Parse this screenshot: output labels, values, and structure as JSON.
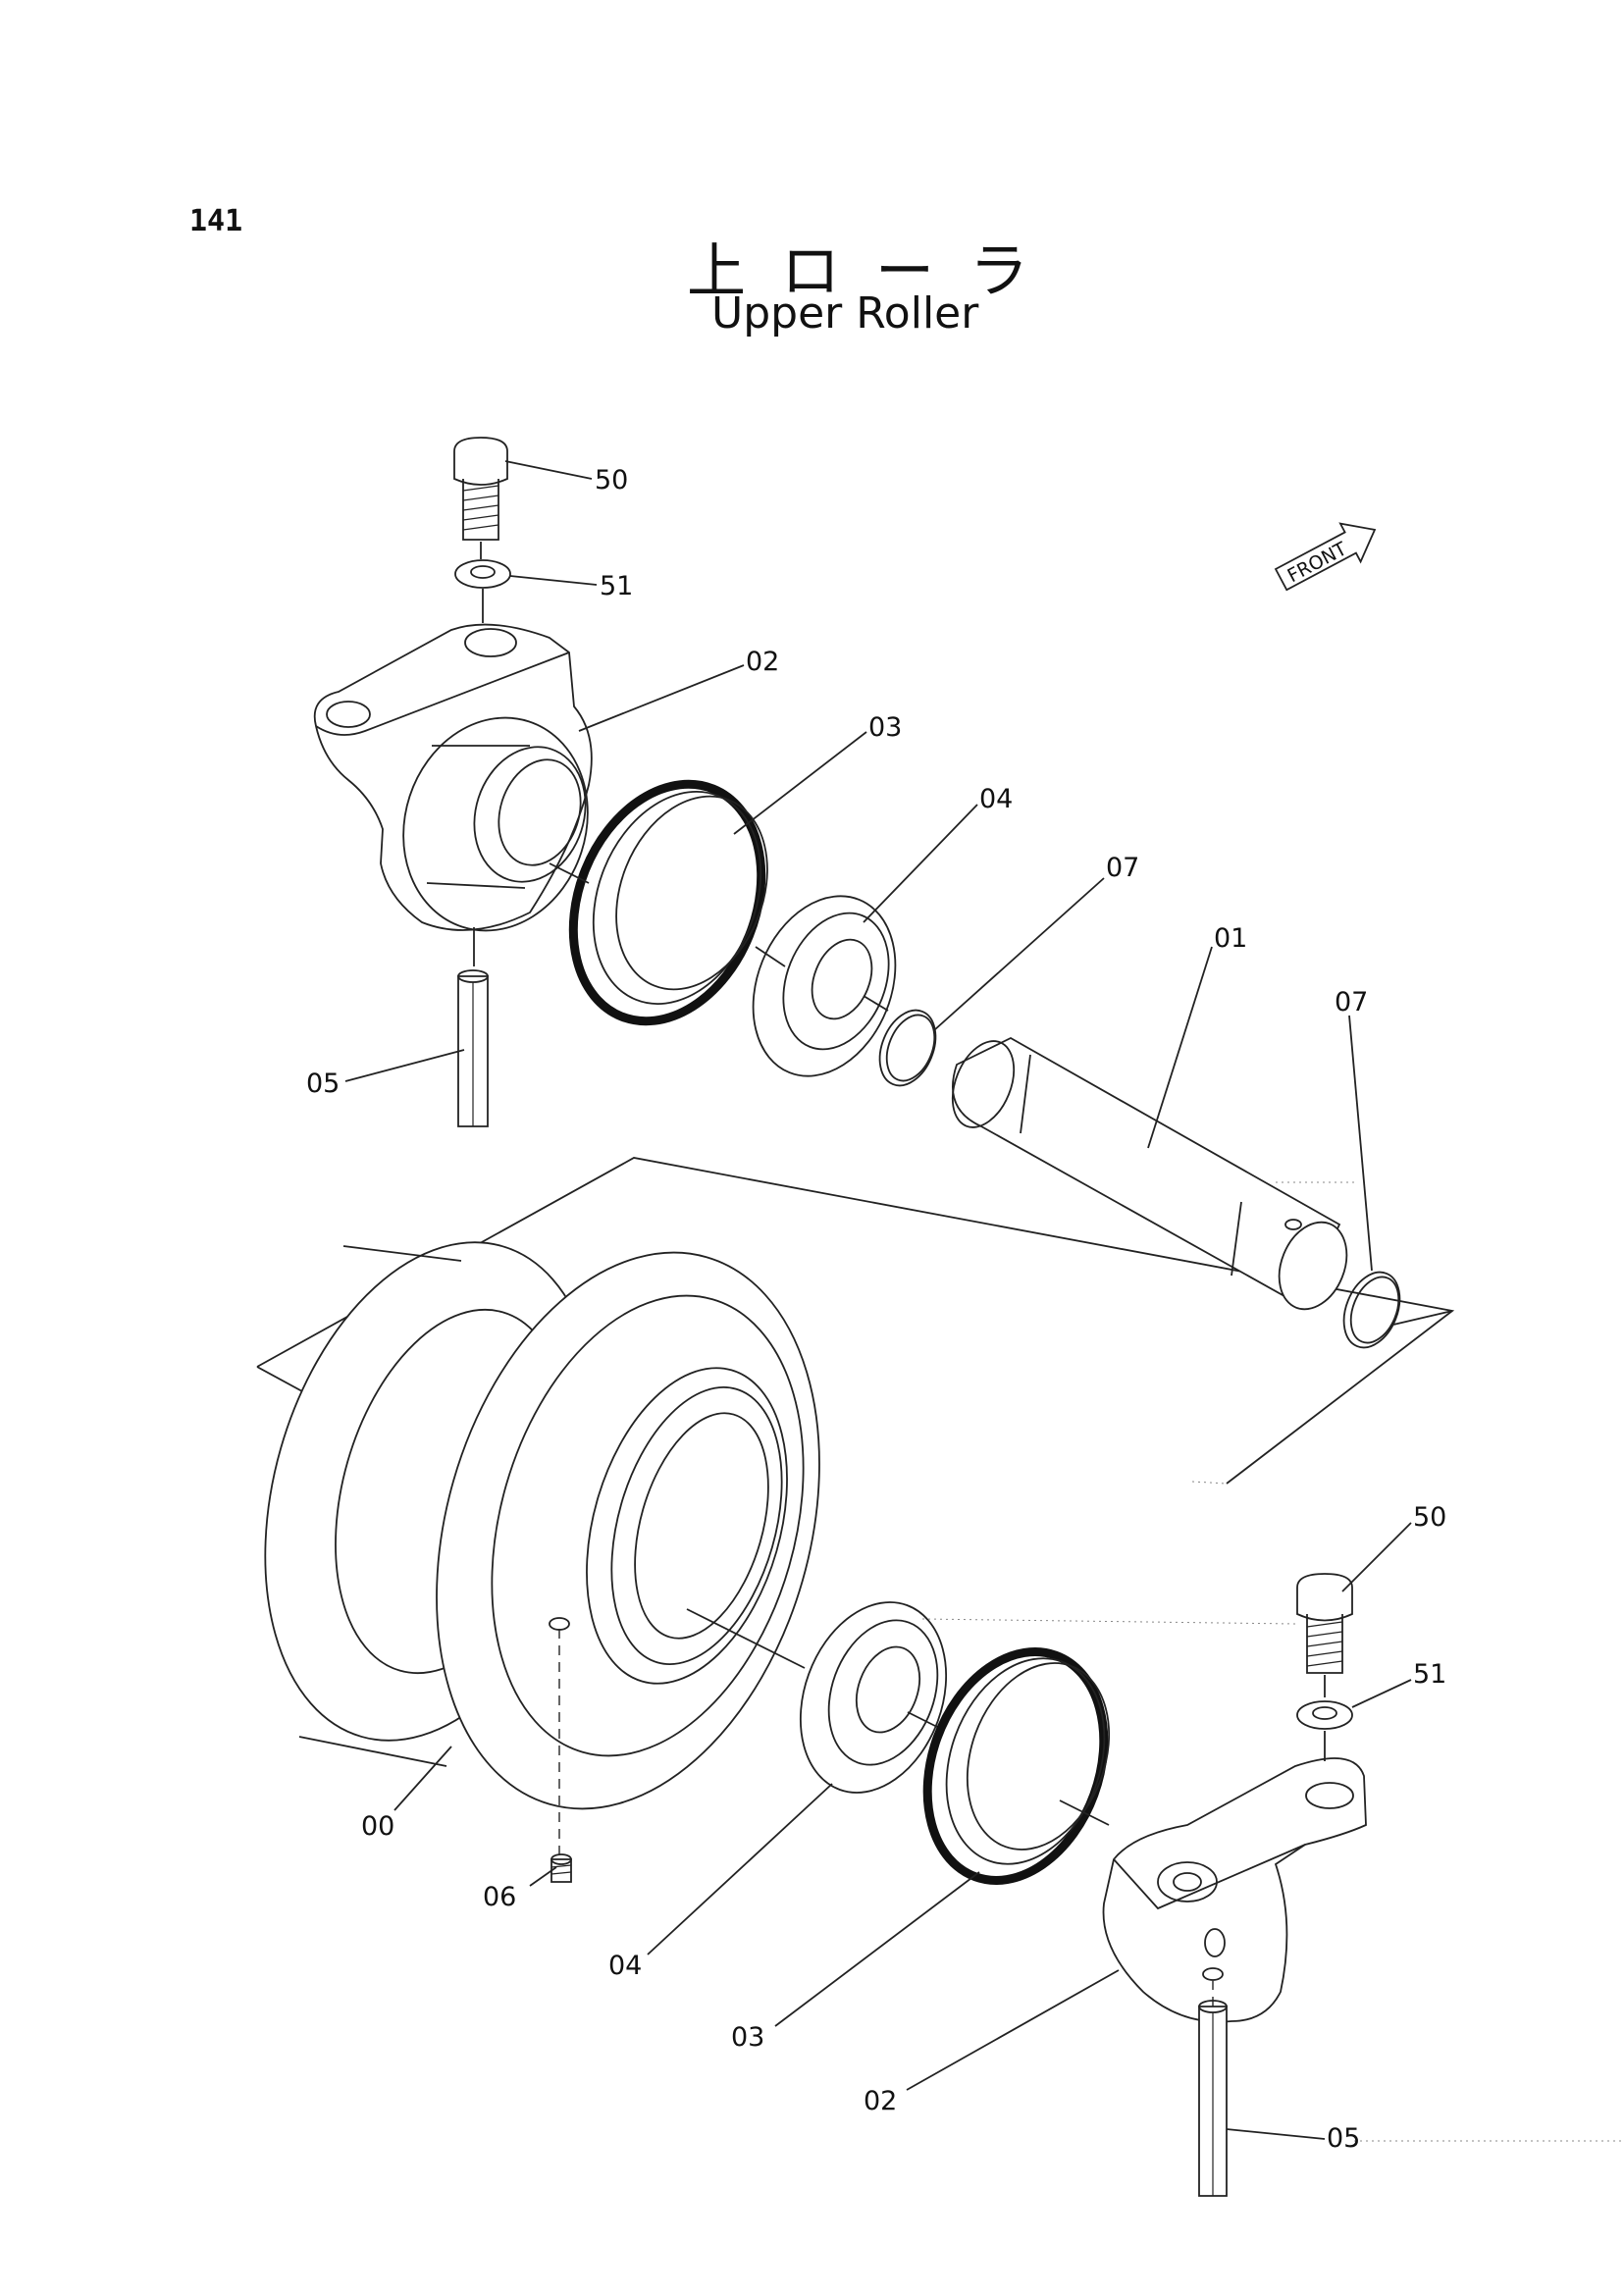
{
  "page_number": "141",
  "title_japanese": "上ローラ",
  "title_english": "Upper Roller",
  "front_label": "FRONT",
  "callouts": {
    "bolt_top": "50",
    "washer_top": "51",
    "bracket_top": "02",
    "seal_top": "03",
    "bearing_top": "04",
    "oring_top": "07",
    "shaft": "01",
    "oring_right": "07",
    "pin_top": "05",
    "roller": "00",
    "plug": "06",
    "bearing_bottom": "04",
    "seal_bottom": "03",
    "bracket_bottom": "02",
    "pin_bottom": "05",
    "bolt_bottom": "50",
    "washer_bottom": "51"
  }
}
